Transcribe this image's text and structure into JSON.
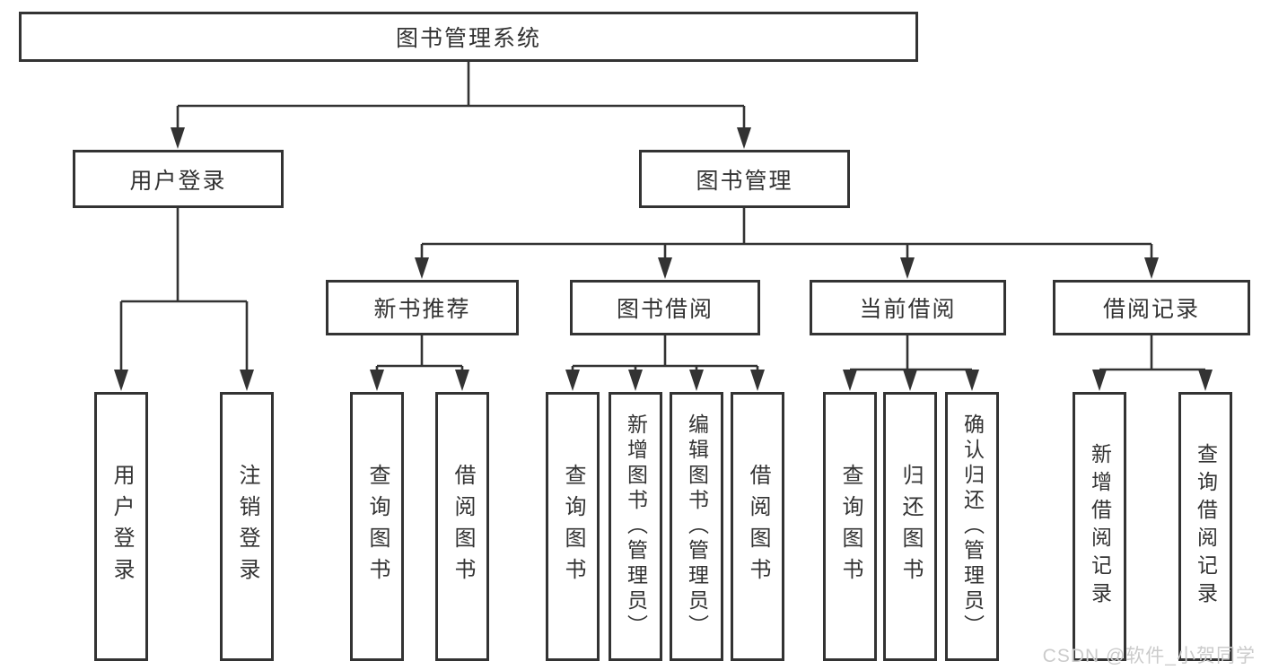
{
  "accent_color": "#333333",
  "background_color": "#ffffff",
  "watermark": {
    "text": "CSDN @软件_小贺同学"
  },
  "tree": {
    "root": {
      "label": "图书管理系统",
      "children": [
        {
          "label": "用户登录",
          "children": [
            {
              "label": "用户登录"
            },
            {
              "label": "注销登录"
            }
          ]
        },
        {
          "label": "图书管理",
          "children": [
            {
              "label": "新书推荐",
              "children": [
                {
                  "label": "查询图书"
                },
                {
                  "label": "借阅图书"
                }
              ]
            },
            {
              "label": "图书借阅",
              "children": [
                {
                  "label": "查询图书"
                },
                {
                  "label": "新增图书（管理员）"
                },
                {
                  "label": "编辑图书（管理员）"
                },
                {
                  "label": "借阅图书"
                }
              ]
            },
            {
              "label": "当前借阅",
              "children": [
                {
                  "label": "查询图书"
                },
                {
                  "label": "归还图书"
                },
                {
                  "label": "确认归还（管理员）"
                }
              ]
            },
            {
              "label": "借阅记录",
              "children": [
                {
                  "label": "新增借阅记录"
                },
                {
                  "label": "查询借阅记录"
                }
              ]
            }
          ]
        }
      ]
    }
  }
}
